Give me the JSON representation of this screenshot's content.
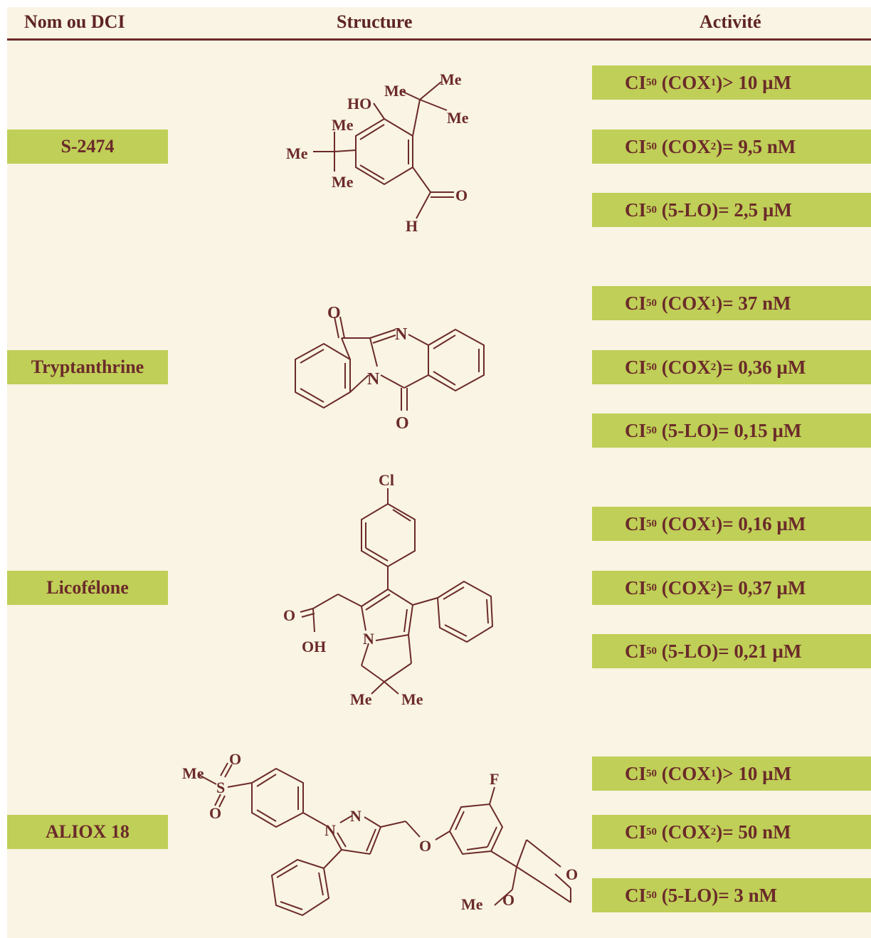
{
  "header": {
    "col_name": "Nom ou DCI",
    "col_structure": "Structure",
    "col_activity": "Activité"
  },
  "compounds": [
    {
      "name": "S-2474",
      "activities": [
        {
          "sub1": "50",
          "target": "COX",
          "sub2": "1",
          "relation": " > 10 µM"
        },
        {
          "sub1": "50",
          "target": "COX",
          "sub2": "2",
          "relation": " = 9,5 nM"
        },
        {
          "sub1": "50",
          "target": "5-LO",
          "sub2": "",
          "relation": " = 2,5 µM"
        }
      ],
      "labels": {
        "me1": "Me",
        "me2": "Me",
        "me3": "Me",
        "me4": "Me",
        "me5": "Me",
        "me6": "Me",
        "ho": "HO",
        "o": "O",
        "h": "H"
      }
    },
    {
      "name": "Tryptanthrine",
      "activities": [
        {
          "sub1": "50",
          "target": "COX",
          "sub2": "1",
          "relation": " = 37 nM"
        },
        {
          "sub1": "50",
          "target": "COX",
          "sub2": "2",
          "relation": " = 0,36 µM"
        },
        {
          "sub1": "50",
          "target": "5-LO",
          "sub2": "",
          "relation": " = 0,15 µM"
        }
      ],
      "labels": {
        "o1": "O",
        "o2": "O",
        "n1": "N",
        "n2": "N"
      }
    },
    {
      "name": "Licofélone",
      "activities": [
        {
          "sub1": "50",
          "target": "COX",
          "sub2": "1",
          "relation": " = 0,16 µM"
        },
        {
          "sub1": "50",
          "target": "COX",
          "sub2": "2",
          "relation": " = 0,37 µM"
        },
        {
          "sub1": "50",
          "target": "5-LO",
          "sub2": "",
          "relation": " = 0,21 µM"
        }
      ],
      "labels": {
        "cl": "Cl",
        "o": "O",
        "oh": "OH",
        "n": "N",
        "me1": "Me",
        "me2": "Me"
      }
    },
    {
      "name": "ALIOX 18",
      "activities": [
        {
          "sub1": "50",
          "target": "COX",
          "sub2": "1",
          "relation": " > 10 µM"
        },
        {
          "sub1": "50",
          "target": "COX",
          "sub2": "2",
          "relation": " = 50 nM"
        },
        {
          "sub1": "50",
          "target": "5-LO",
          "sub2": "",
          "relation": " = 3 nM"
        }
      ],
      "labels": {
        "me1": "Me",
        "s": "S",
        "o1": "O",
        "o2": "O",
        "n1": "N",
        "n2": "N",
        "o3": "O",
        "f": "F",
        "o4": "O",
        "me2": "Me",
        "o5": "O"
      }
    }
  ],
  "ci_prefix": "CI"
}
